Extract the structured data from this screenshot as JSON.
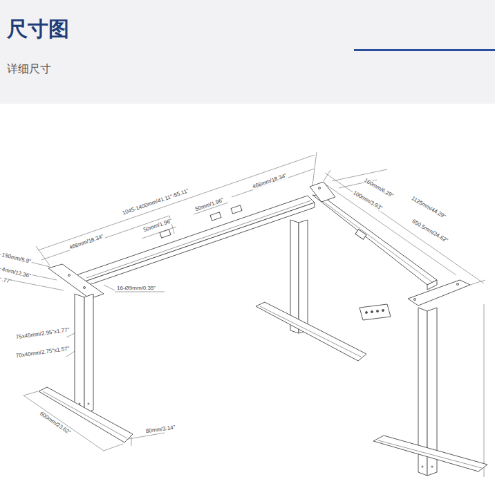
{
  "diagram": {
    "title": "尺寸图",
    "caption": "详细尺寸",
    "labels": [
      "1045-1400mm/41.11\"-55.11\"",
      "466mm/18.34\"",
      "50mm/1.96\"",
      "160mm/6.29\"",
      "100mm/3.93\"",
      "1125mm/44.29\"",
      "650.5mm/24.62\"",
      "466mm/18.34\"",
      "50mm/1.96\"",
      "150mm/5.9\"",
      "4mm/12.36\"",
      ".77\"",
      "16-Ø9mm/0.35\"",
      "75x45mm/2.95\"x1.77\"",
      "70x40mm/2.75\"x1.57\"",
      "600mm/23.62\"",
      "80mm/3.14\""
    ]
  }
}
